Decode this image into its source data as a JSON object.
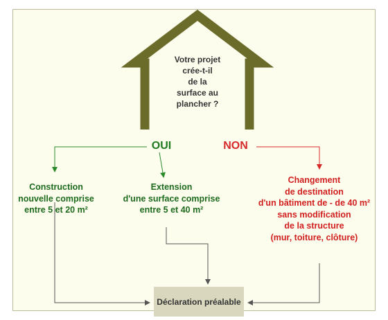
{
  "question": "Votre projet crée-t-il de la surface au plancher ?",
  "question_lines": [
    "Votre projet",
    "crée-t-il",
    "de la",
    "surface au",
    "plancher ?"
  ],
  "branches": {
    "yes": "OUI",
    "no": "NON"
  },
  "options": [
    {
      "lines": [
        "Construction",
        "nouvelle comprise",
        "entre 5  et 20 m²"
      ]
    },
    {
      "lines": [
        "Extension",
        "d'une surface comprise",
        "entre 5 et 40 m²"
      ]
    },
    {
      "lines": [
        "Changement",
        "de destination",
        "d'un bâtiment de - de 40 m²",
        "sans modification",
        "de la structure",
        "(mur, toiture, clôture)"
      ]
    }
  ],
  "result": "Déclaration préalable",
  "colors": {
    "house": "#6b6b2a",
    "yes": "#1f7a1f",
    "no": "#d62a2a",
    "connector": "#666666",
    "result_bg": "#d9d8bf",
    "frame_bg": "#fdfdee"
  }
}
